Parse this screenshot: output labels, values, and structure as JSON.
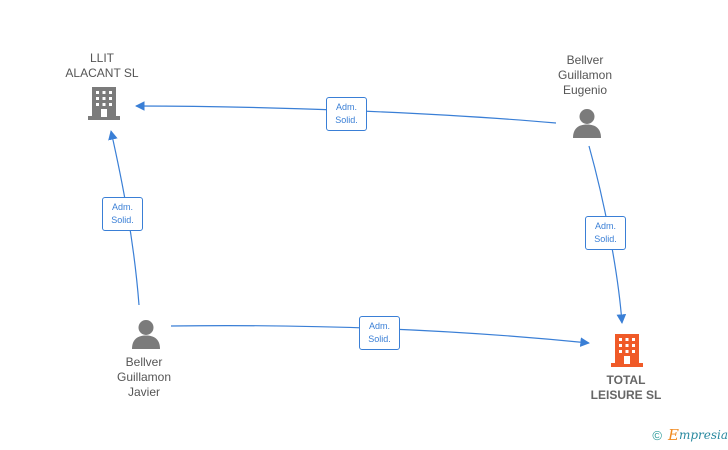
{
  "nodes": {
    "llit": {
      "label": "LLIT\nALACANT  SL",
      "type": "company"
    },
    "eugenio": {
      "label": "Bellver\nGuillamon\nEugenio",
      "type": "person"
    },
    "javier": {
      "label": "Bellver\nGuillamon\nJavier",
      "type": "person"
    },
    "total": {
      "label": "TOTAL\nLEISURE  SL",
      "type": "company"
    }
  },
  "edges": {
    "eugenio_llit": {
      "line1": "Adm.",
      "line2": "Solid."
    },
    "javier_llit": {
      "line1": "Adm.",
      "line2": "Solid."
    },
    "eugenio_total": {
      "line1": "Adm.",
      "line2": "Solid."
    },
    "javier_total": {
      "line1": "Adm.",
      "line2": "Solid."
    }
  },
  "colors": {
    "edge": "#3a7fd6",
    "company_icon": "#7b7b7b",
    "target_company_icon": "#f05a28",
    "person_icon": "#7b7b7b"
  },
  "footer": {
    "copyright_symbol": "©",
    "brand_first_letter": "E",
    "brand_rest": "mpresia"
  }
}
